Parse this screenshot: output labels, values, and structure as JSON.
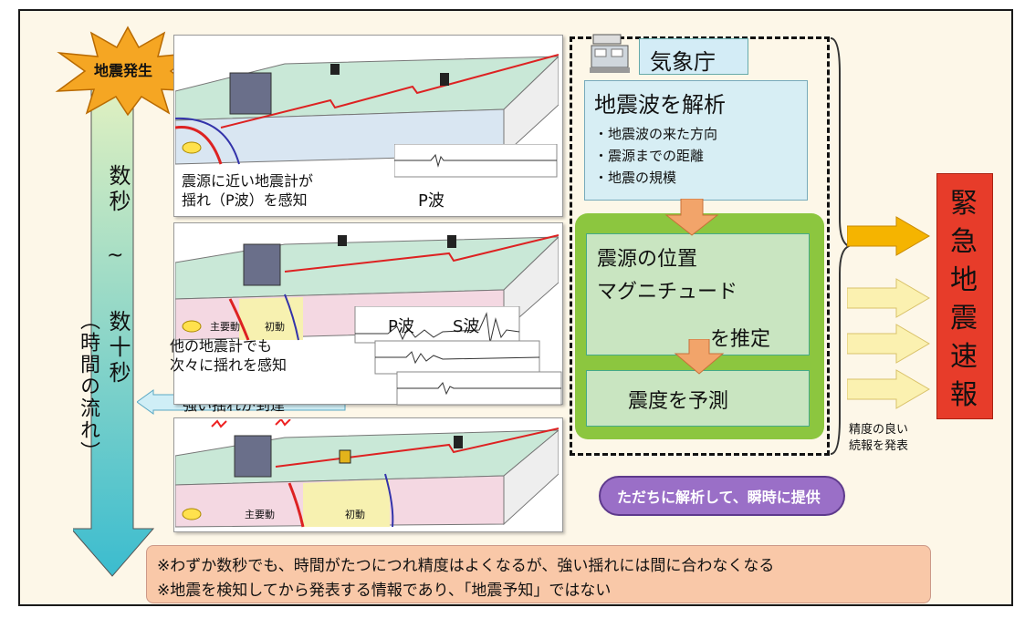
{
  "eq_burst": "地震発生",
  "timeline": {
    "top": "数秒",
    "tilde": "~",
    "bottom": "数十秒",
    "label": "（時間の流れ）"
  },
  "strong_shaking": "強い揺れが到達",
  "panel1": {
    "caption_line1": "震源に近い地震計が",
    "caption_line2": "揺れ（P波）を感知",
    "wave_label": "P波"
  },
  "panel2": {
    "caption_line1": "他の地震計でも",
    "caption_line2": "次々に揺れを感知",
    "p_wave": "P波",
    "s_wave": "S波",
    "main_motion": "主要動",
    "initial_motion": "初動"
  },
  "panel3": {
    "main_motion": "主要動",
    "initial_motion": "初動"
  },
  "jma": {
    "label": "気象庁"
  },
  "analysis": {
    "title": "地震波を解析",
    "items": [
      "・地震波の来た方向",
      "・震源までの距離",
      "・地震の規模"
    ]
  },
  "estimate": {
    "line1": "震源の位置",
    "line2": "マグニチュード",
    "line3": "を推定"
  },
  "predict": "震度を予測",
  "eew": {
    "chars": [
      "緊",
      "急",
      "地",
      "震",
      "速",
      "報"
    ]
  },
  "followup": {
    "line1": "精度の良い",
    "line2": "続報を発表"
  },
  "immediate": "ただちに解析して、瞬時に提供",
  "notes": [
    "※わずか数秒でも、時間がたつにつれ精度はよくなるが、強い揺れには間に合わなくなる",
    "※地震を検知してから発表する情報であり、「地震予知」ではない"
  ]
}
